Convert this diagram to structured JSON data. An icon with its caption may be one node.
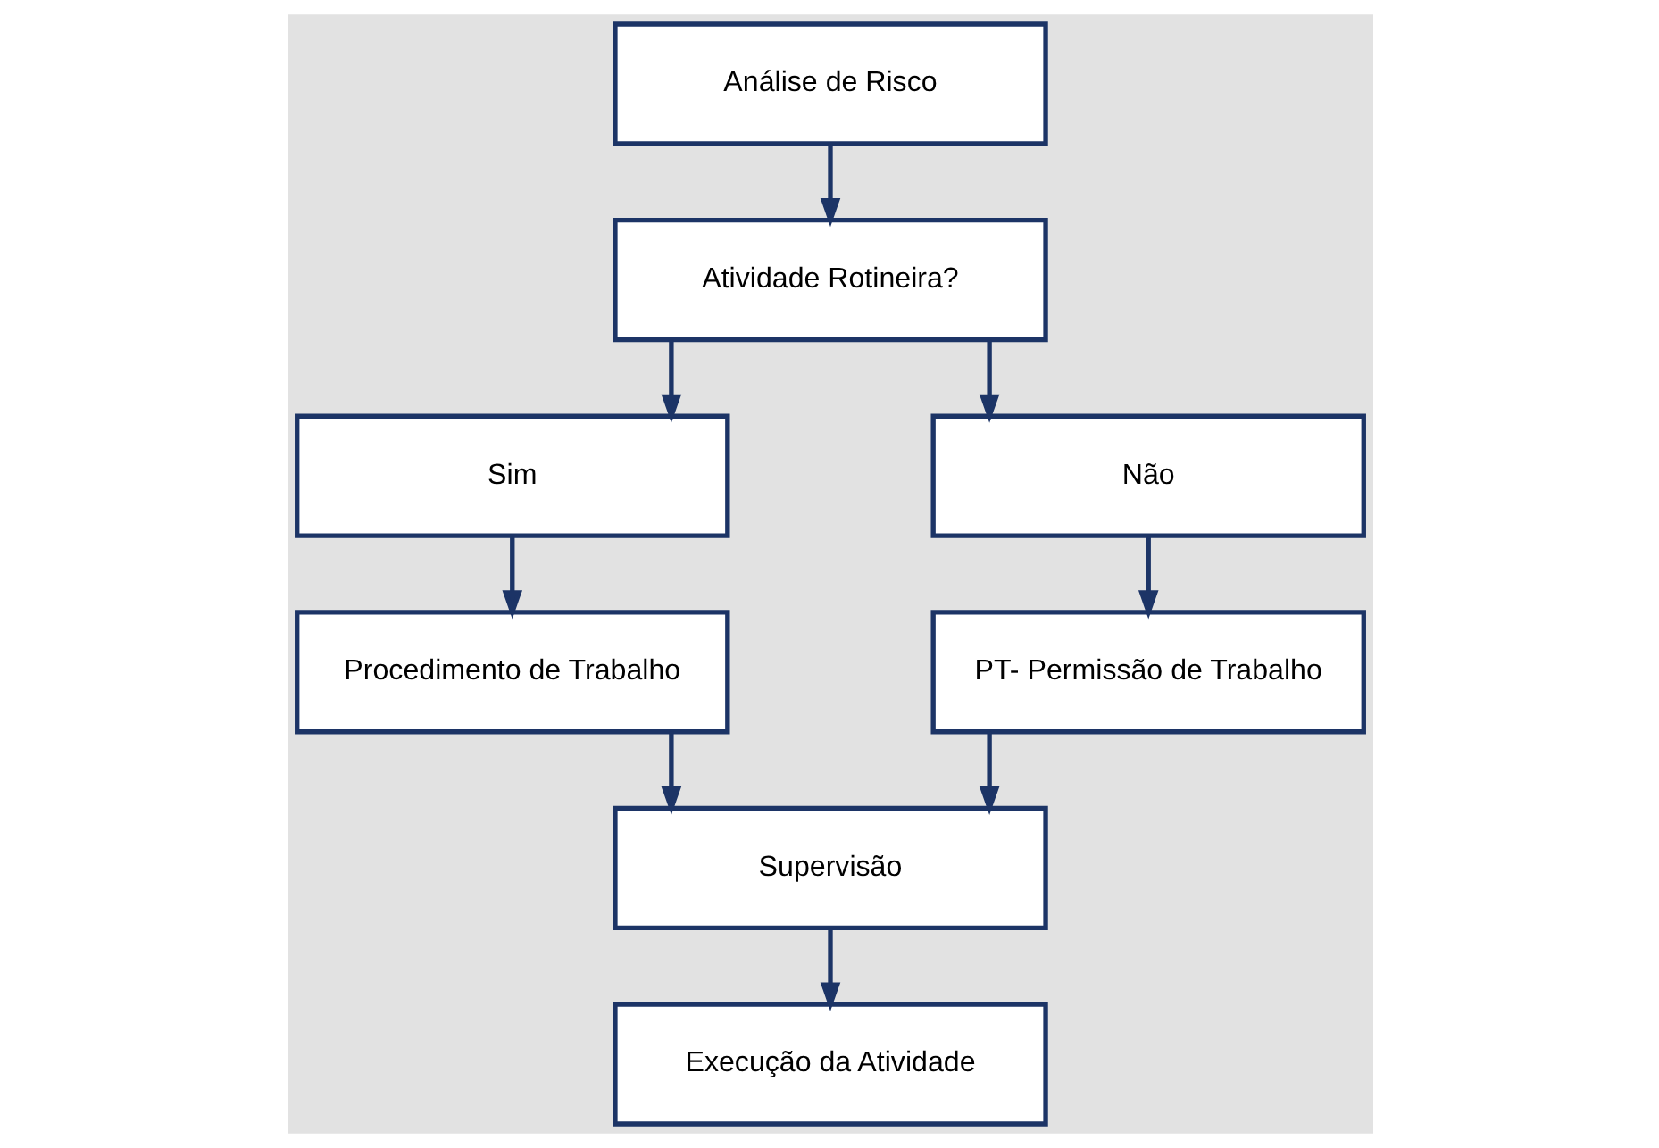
{
  "diagram": {
    "nodes": [
      {
        "text": [
          "Análise de Risco"
        ]
      },
      {
        "text": [
          "Atividade Rotineira?"
        ]
      },
      {
        "text": [
          "Sim"
        ]
      },
      {
        "text": [
          "Não"
        ]
      },
      {
        "text": [
          "Procedimento de Trabalho"
        ]
      },
      {
        "text": [
          "PT- Permissão de Trabalho"
        ]
      },
      {
        "text": [
          "Supervisão"
        ]
      },
      {
        "text": [
          "Execução da Atividade"
        ]
      }
    ],
    "edges": [
      {
        "from": 0,
        "to": 1,
        "arrow": "to"
      },
      {
        "from": 1,
        "to": 2,
        "arrow": "to"
      },
      {
        "from": 1,
        "to": 3,
        "arrow": "to"
      },
      {
        "from": 2,
        "to": 4,
        "arrow": "to"
      },
      {
        "from": 3,
        "to": 5,
        "arrow": "to"
      },
      {
        "from": 4,
        "to": 6,
        "arrow": "to"
      },
      {
        "from": 5,
        "to": 6,
        "arrow": "to"
      },
      {
        "from": 6,
        "to": 7,
        "arrow": "to"
      }
    ]
  }
}
